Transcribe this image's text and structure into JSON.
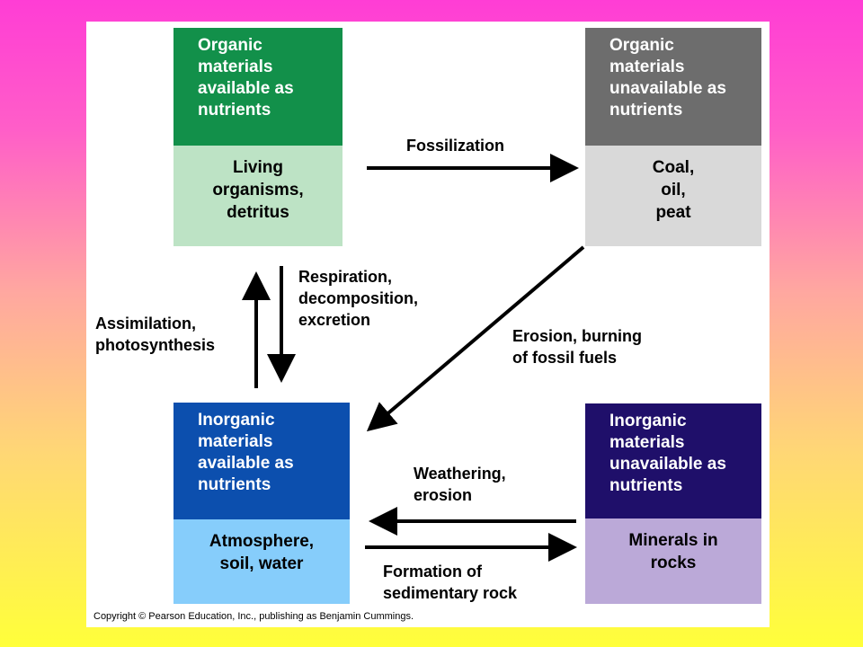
{
  "boxes": {
    "organic_available": {
      "header": "Organic materials available as nutrients",
      "body": "Living organisms, detritus",
      "header_color": "#12904a",
      "body_color": "#bde3c5"
    },
    "organic_unavailable": {
      "header": "Organic materials unavailable as nutrients",
      "body": "Coal, oil, peat",
      "header_color": "#6d6d6d",
      "body_color": "#d9d9d9"
    },
    "inorganic_available": {
      "header": "Inorganic materials available as nutrients",
      "body": "Atmosphere, soil, water",
      "header_color": "#0c4fae",
      "body_color": "#86cdfb"
    },
    "inorganic_unavailable": {
      "header": "Inorganic materials unavailable as nutrients",
      "body": "Minerals in rocks",
      "header_color": "#1f0f6a",
      "body_color": "#bba9d8"
    }
  },
  "processes": {
    "fossilization": "Fossilization",
    "respiration": "Respiration,\ndecomposition,\nexcretion",
    "assimilation": "Assimilation,\nphotosynthesis",
    "erosion_burning": "Erosion, burning\nof fossil fuels",
    "weathering": "Weathering,\nerosion",
    "formation": "Formation of\nsedimentary rock"
  },
  "copyright": "Copyright © Pearson Education, Inc., publishing as Benjamin Cummings."
}
